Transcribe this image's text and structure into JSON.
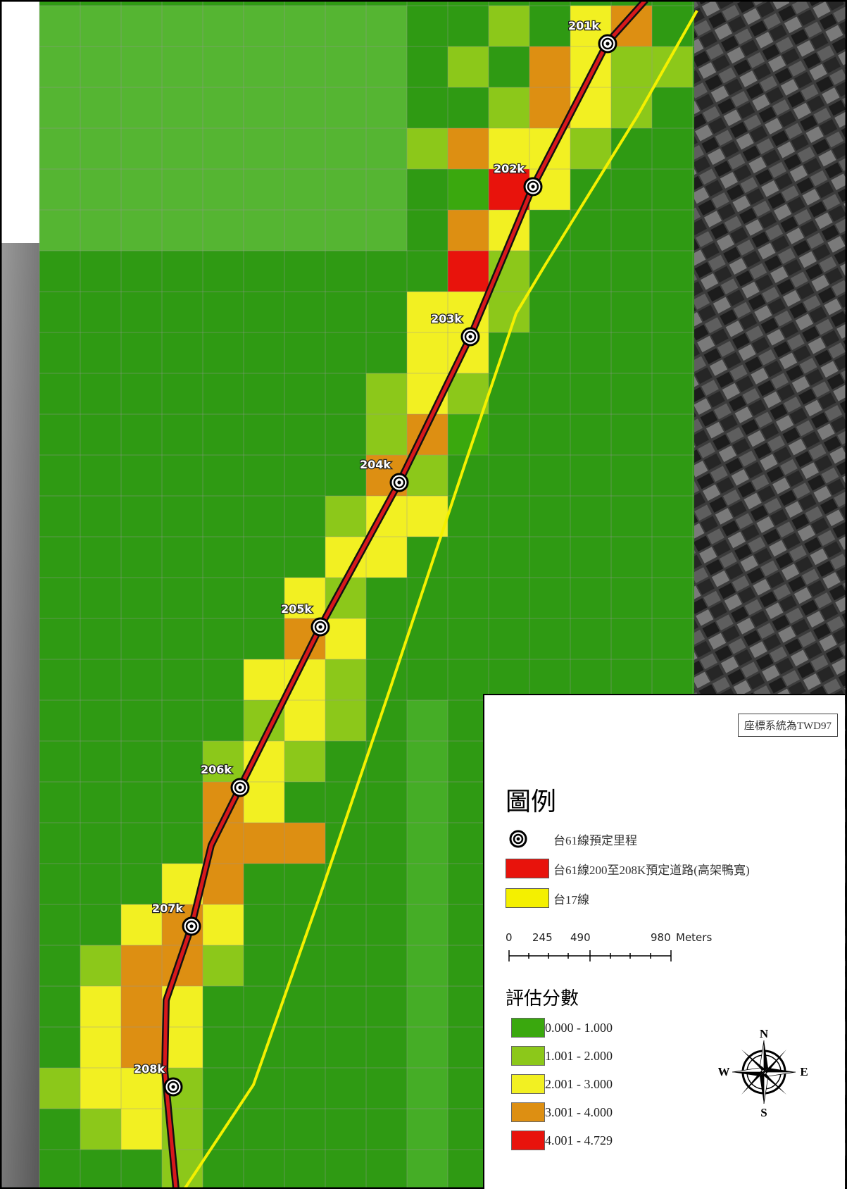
{
  "map": {
    "coordinate_system": "座標系統為TWD97",
    "colors": {
      "score_class_1": "#3aa80e",
      "score_class_2": "#8cc81a",
      "score_class_3": "#f2f022",
      "score_class_4": "#dd8f12",
      "score_class_5": "#e8130c",
      "planned_road": "#d7181c",
      "route_17": "#f4f000"
    },
    "mileposts": [
      "201k",
      "202k",
      "203k",
      "204k",
      "205k",
      "206k",
      "207k",
      "208k"
    ]
  },
  "legend": {
    "title": "圖例",
    "items": [
      {
        "symbol": "milepost-icon",
        "label": "台61線預定里程"
      },
      {
        "symbol": "red-patch",
        "label": "台61線200至208K預定道路(高架鴨寬)"
      },
      {
        "symbol": "yellow-patch",
        "label": "台17線"
      }
    ],
    "scale_bar": {
      "labels": [
        "0",
        "245",
        "490",
        "980"
      ],
      "unit": "Meters"
    },
    "score_title": "評估分數",
    "score_classes": [
      {
        "range": "0.000 - 1.000",
        "color": "#3aa80e"
      },
      {
        "range": "1.001 - 2.000",
        "color": "#8cc81a"
      },
      {
        "range": "2.001 - 3.000",
        "color": "#f2f022"
      },
      {
        "range": "3.001 - 4.000",
        "color": "#dd8f12"
      },
      {
        "range": "4.001 - 4.729",
        "color": "#e8130c"
      }
    ],
    "compass": {
      "n": "N",
      "e": "E",
      "s": "S",
      "w": "W"
    }
  }
}
